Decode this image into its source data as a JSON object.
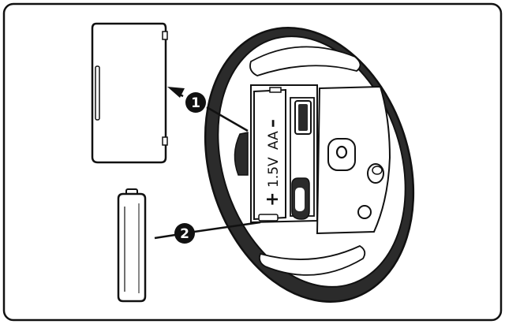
{
  "steps": [
    {
      "number": "1"
    },
    {
      "number": "2"
    }
  ],
  "battery": {
    "plus_sign": "+",
    "voltage": "1.5V",
    "size": "AA",
    "minus_sign": "–"
  },
  "colors": {
    "outline": "#111111",
    "background": "#ffffff",
    "step_badge": "#111111",
    "step_text": "#ffffff"
  },
  "icons": {
    "battery_cover": "battery-cover-icon",
    "aa_battery": "aa-battery-icon",
    "mouse_underside": "mouse-underside-icon"
  }
}
